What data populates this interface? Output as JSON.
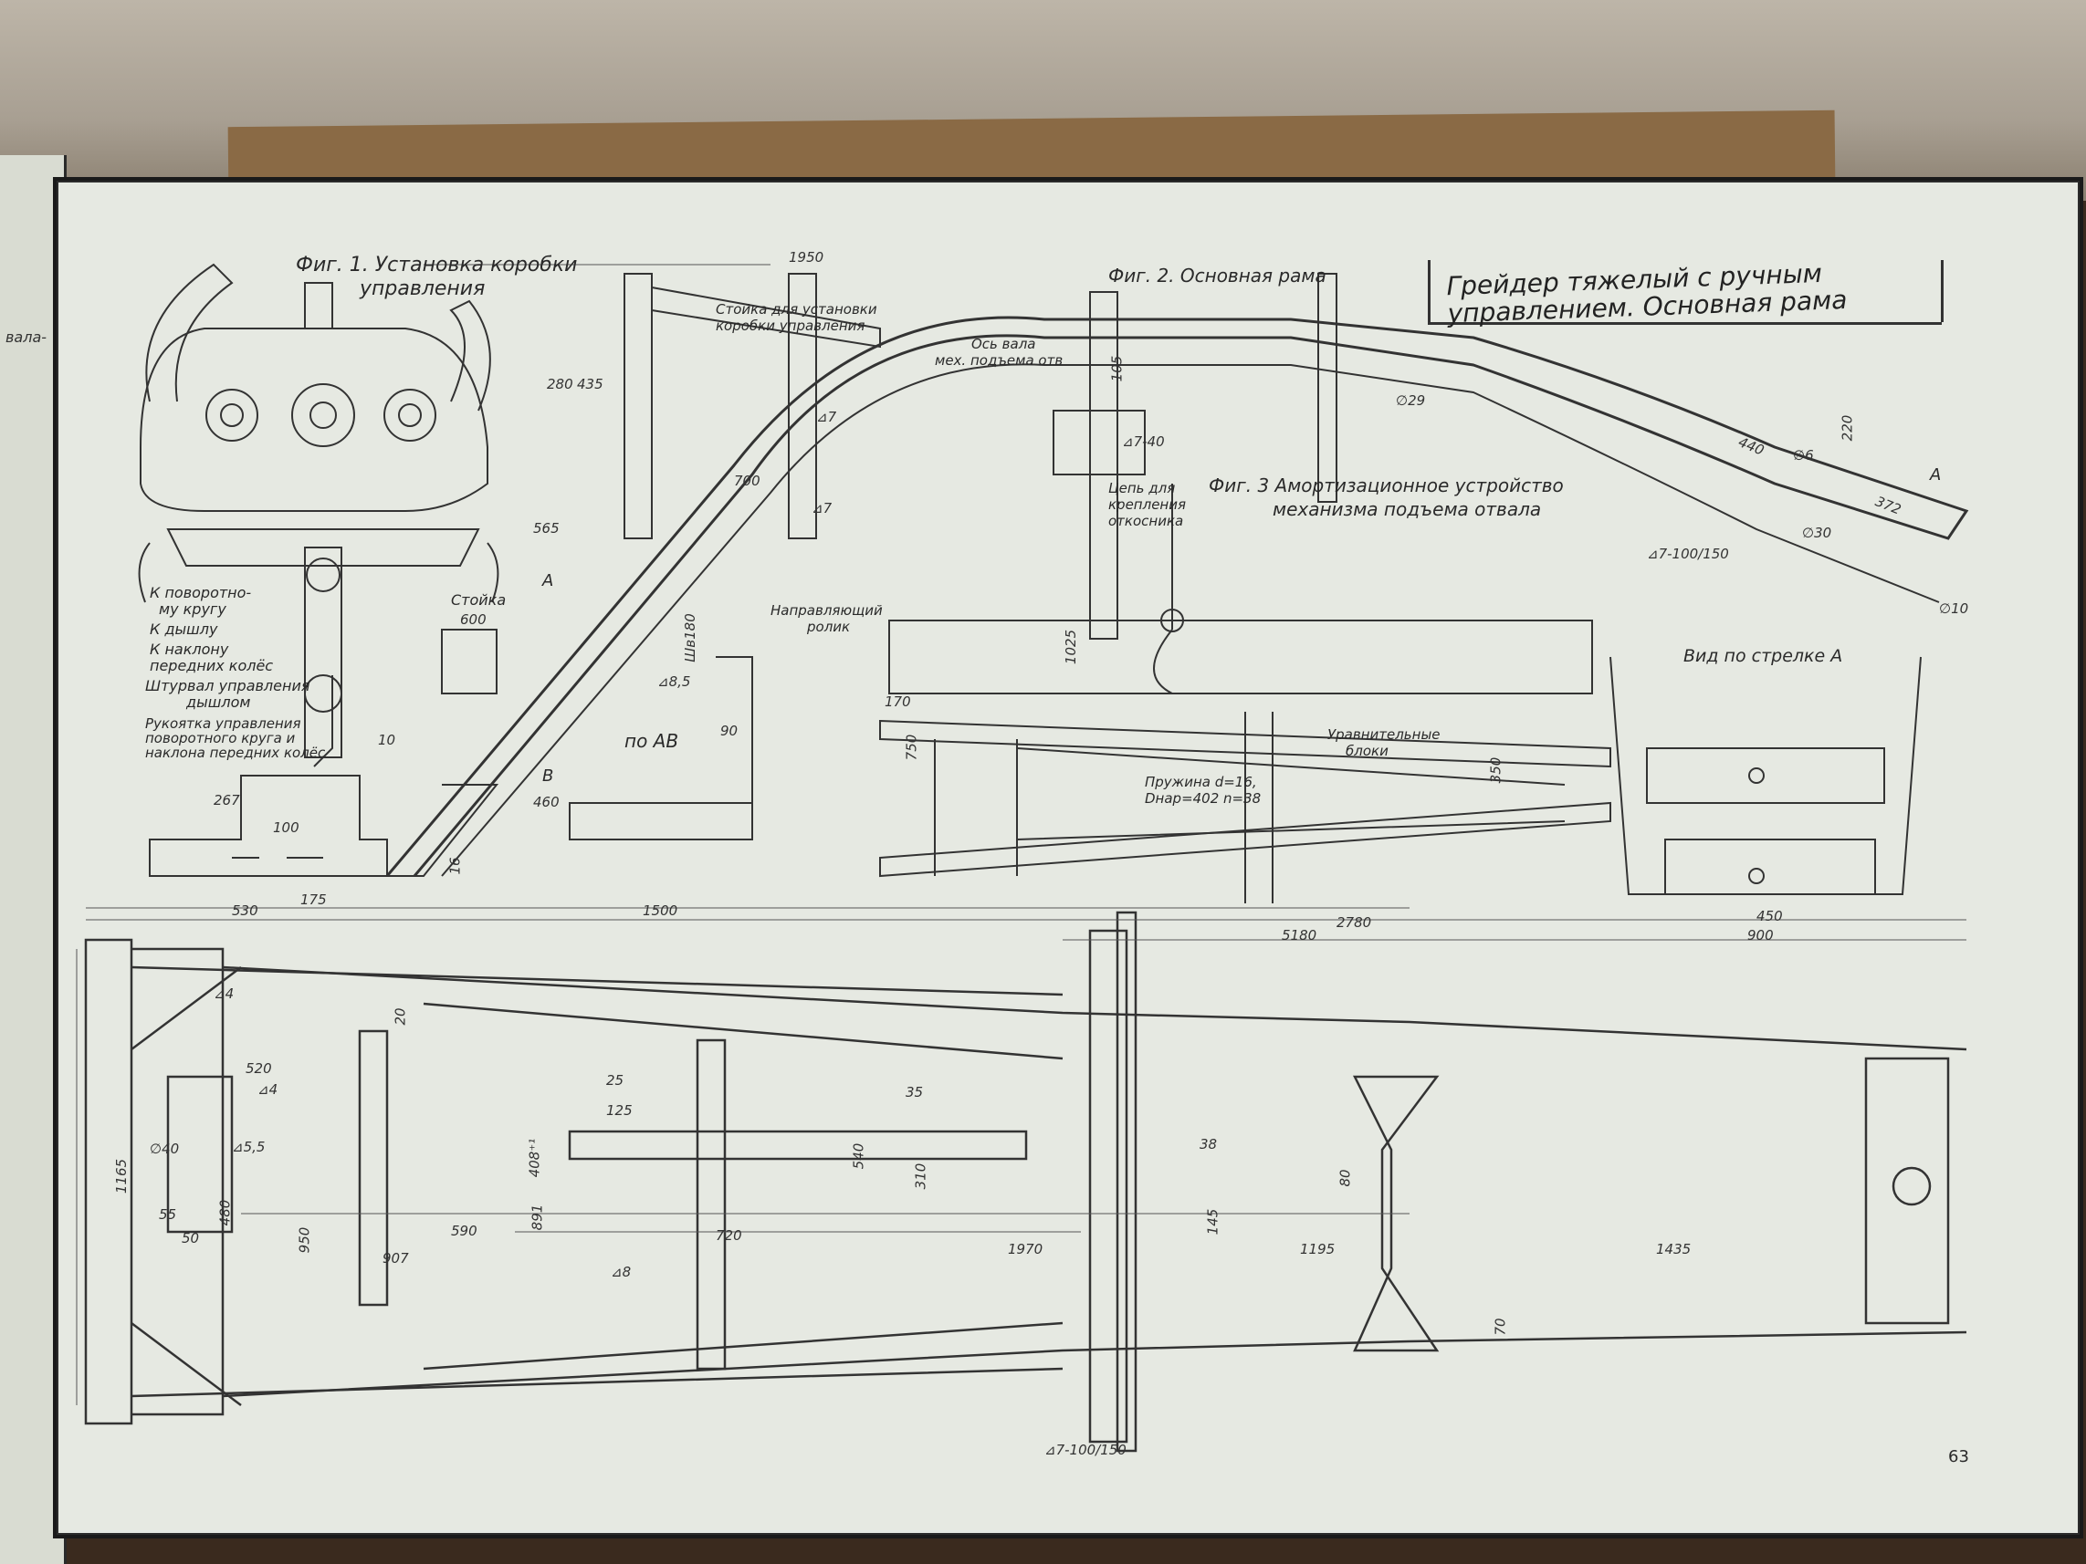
{
  "title": "Грейдер тяжелый с ручным управлением. Основная рама",
  "page_number": "63",
  "figures": {
    "fig1_line1": "Фиг. 1. Установка коробки",
    "fig1_line2": "управления",
    "fig2": "Фиг. 2. Основная рама",
    "fig3_line1": "Фиг. 3 Амортизационное устройство",
    "fig3_line2": "механизма подъема отвала",
    "view_a": "Вид по стрелке А",
    "section_ab": "по АВ"
  },
  "callouts": {
    "k_povorotnomu_1": "К поворотно-",
    "k_povorotnomu_2": "му кругу",
    "k_dyshlu": "К дышлу",
    "k_naklonu_1": "К наклону",
    "k_naklonu_2": "передних колёс",
    "shturval_1": "Штурвал управления",
    "shturval_2": "дышлом",
    "rukoyatka_1": "Рукоятка управления",
    "rukoyatka_2": "поворотного круга и",
    "rukoyatka_3": "наклона передних колёс",
    "stoyka": "Стойка",
    "stoyka_korobki_1": "Стойка для установки",
    "stoyka_korobki_2": "коробки управления",
    "os_vala_1": "Ось вала",
    "os_vala_2": "мех. подъема отв",
    "tsep_1": "Цепь для",
    "tsep_2": "крепления",
    "tsep_3": "откосника",
    "napravl_1": "Направляющий",
    "napravl_2": "ролик",
    "uravnit_1": "Уравнительные",
    "uravnit_2": "блоки",
    "pruzhina_1": "Пружина d=16,",
    "pruzhina_2": "Dнар=402  n=38",
    "arrow_a": "А",
    "mark_a": "А",
    "mark_b": "В"
  },
  "dimensions": {
    "d1950": "1950",
    "d700": "700",
    "d600": "600",
    "d280": "280",
    "d435": "435",
    "d565": "565",
    "d460": "460",
    "d267": "267",
    "d100": "100",
    "d175": "175",
    "d530": "530",
    "d1500": "1500",
    "d2780": "2780",
    "d5180": "5180",
    "d900": "900",
    "d520": "520",
    "d590": "590",
    "d907": "907",
    "d720": "720",
    "d1970": "1970",
    "d1195": "1195",
    "d1435": "1435",
    "d1165": "1165",
    "d950": "950",
    "d480": "480",
    "d55": "55",
    "d50": "50",
    "d891": "891",
    "d408": "408⁺¹",
    "d540": "540",
    "d310": "310",
    "d35": "35",
    "d38": "38",
    "d145": "145",
    "d80": "80",
    "d70": "70",
    "d20": "20",
    "d25": "25",
    "d125": "125",
    "d440": "440",
    "d220": "220",
    "d372": "372",
    "d1025": "1025",
    "d750": "750",
    "d170": "170",
    "d350": "350",
    "d450": "450",
    "d105": "105",
    "d10": "10",
    "d16": "16",
    "d90": "90",
    "d6": "∅6",
    "phi29": "∅29",
    "phi30": "∅30",
    "phi40": "∅40",
    "phi10": "∅10",
    "w7": "⊿7",
    "w4": "⊿4",
    "w55": "⊿5,5",
    "w8": "⊿8",
    "w85": "⊿8,5",
    "w740": "⊿7-40",
    "w7100": "⊿7-100/150",
    "shv": "Шв180"
  }
}
